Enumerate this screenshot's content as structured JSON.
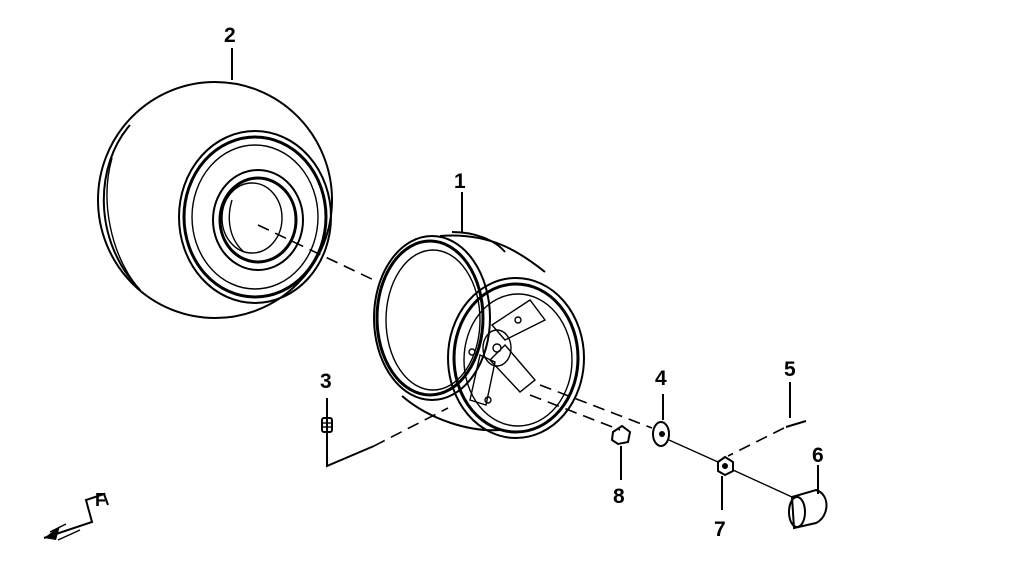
{
  "callouts": {
    "rim": "1",
    "tire": "2",
    "valve": "3",
    "washer": "4",
    "cotter_pin": "5",
    "hub_cap": "6",
    "castle_nut": "7",
    "nut": "8"
  },
  "direction_marker": {
    "letter": "F"
  }
}
